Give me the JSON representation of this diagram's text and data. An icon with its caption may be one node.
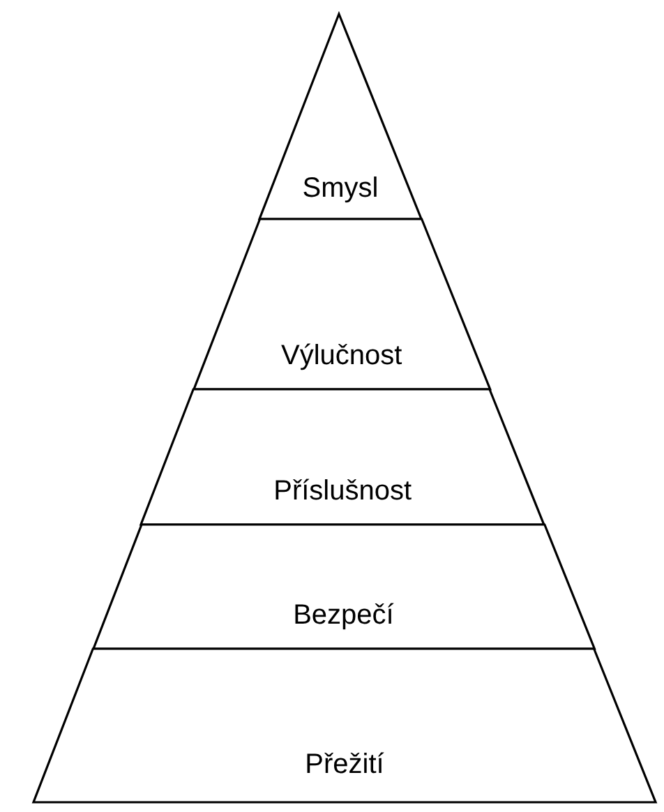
{
  "diagram": {
    "nodes": [
      {
        "text": [
          "Smysl"
        ]
      },
      {
        "text": [
          "Výlučnost"
        ]
      },
      {
        "text": [
          "Příslušnost"
        ]
      },
      {
        "text": [
          "Bezpečí"
        ]
      },
      {
        "text": [
          "Přežití"
        ]
      }
    ]
  }
}
